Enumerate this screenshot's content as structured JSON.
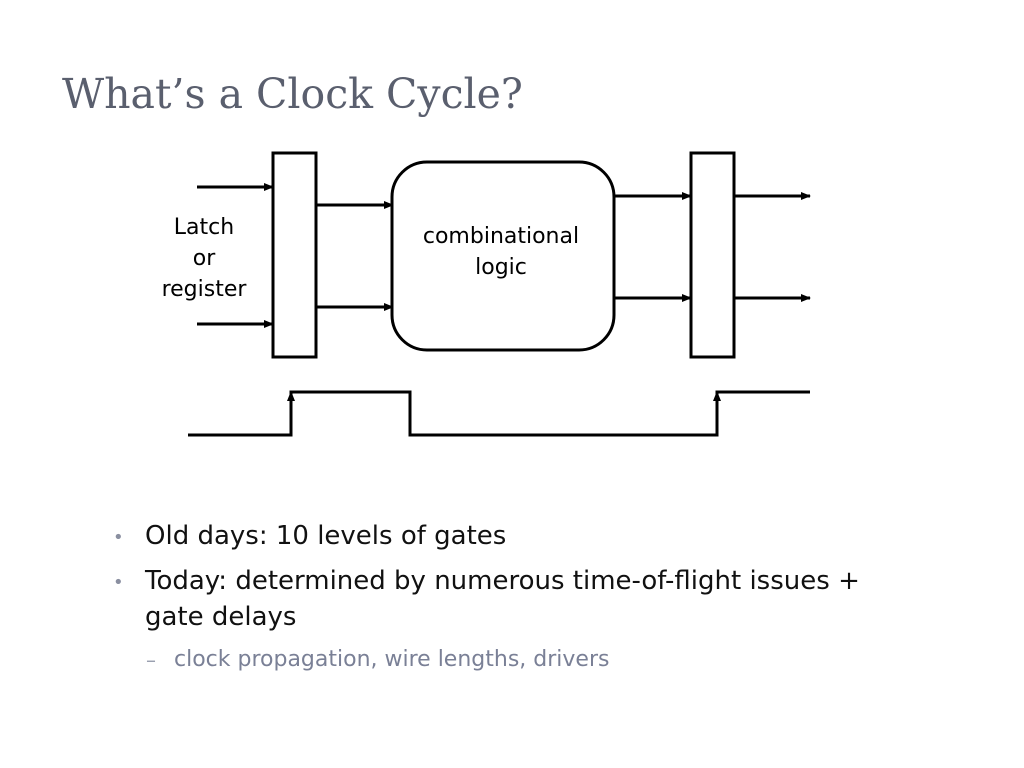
{
  "slide": {
    "title": "What’s a Clock Cycle?"
  },
  "diagram": {
    "register_label": [
      "Latch",
      "or",
      "register"
    ],
    "logic_label": [
      "combinational",
      "logic"
    ]
  },
  "bullets": [
    {
      "text": "Old days: 10 levels of gates"
    },
    {
      "text_line1": "Today: determined by numerous time-of-flight issues +",
      "text_line2": "gate delays"
    }
  ],
  "subbullets": [
    {
      "text": "clock propagation, wire lengths, drivers"
    }
  ]
}
